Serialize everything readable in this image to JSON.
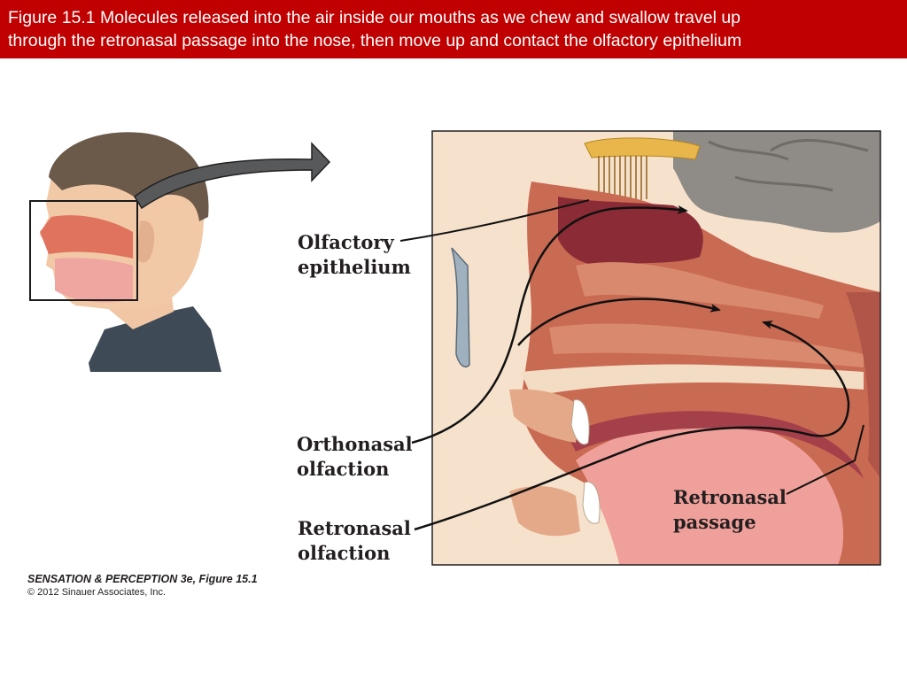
{
  "caption": {
    "line1": "Figure 15.1  Molecules released into the air inside our mouths as we chew and swallow travel up",
    "line2": "through the retronasal passage into the nose, then move up and contact the olfactory epithelium"
  },
  "labels": {
    "olfactory_epithelium": [
      "Olfactory",
      "epithelium"
    ],
    "orthonasal_olfaction": [
      "Orthonasal",
      "olfaction"
    ],
    "retronasal_olfaction": [
      "Retronasal",
      "olfaction"
    ],
    "retronasal_passage": [
      "Retronasal",
      "passage"
    ]
  },
  "credit": {
    "book": "SENSATION & PERCEPTION 3e, Figure 15.1",
    "copyright": "© 2012 Sinauer Associates, Inc."
  },
  "colors": {
    "banner": "#c00000",
    "banner_text": "#ffffff",
    "tissue": "#c96a52",
    "bone": "#f3dcc4",
    "epithelium": "#8a2b35",
    "brain": "#8f8b86",
    "bulb": "#e8b64a",
    "arrow": "#111111"
  }
}
